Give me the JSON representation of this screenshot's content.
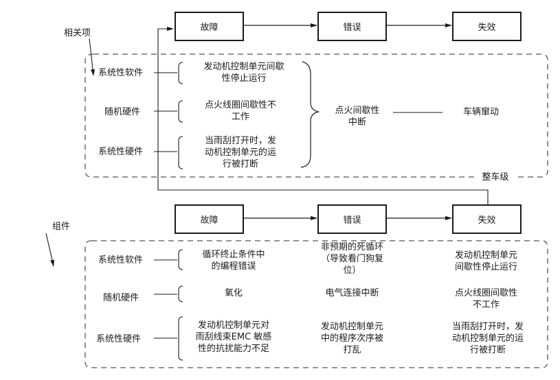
{
  "colors": {
    "line": "#1a1a1a",
    "dashed": "#555555",
    "background": "#ffffff"
  },
  "top": {
    "annotation": "相关项",
    "boxes": [
      "故障",
      "错误",
      "失效"
    ],
    "rows": [
      {
        "label": "系统性软件",
        "fault": [
          "发动机控制单元间歇",
          "性停止运行"
        ]
      },
      {
        "label": "随机硬件",
        "fault": [
          "点火线圈间歇性不",
          "工作"
        ]
      },
      {
        "label": "系统性硬件",
        "fault": [
          "当雨刮打开时，发",
          "动机控制单元的运",
          "行被打断"
        ]
      }
    ],
    "error": [
      "点火间歇性",
      "中断"
    ],
    "failure": "车辆窜动",
    "level_label": "整车级"
  },
  "bottom": {
    "annotation": "组件",
    "boxes": [
      "故障",
      "错误",
      "失效"
    ],
    "rows": [
      {
        "label": "系统性软件",
        "fault": [
          "循环终止条件中",
          "的编程错误"
        ],
        "error": [
          "非预期的死循环",
          "（导致看门狗复",
          "位）"
        ],
        "failure": [
          "发动机控制单元",
          "间歇性停止运行"
        ]
      },
      {
        "label": "随机硬件",
        "fault": [
          "氧化"
        ],
        "error": [
          "电气连接中断"
        ],
        "failure": [
          "点火线圈间歇性",
          "不工作"
        ]
      },
      {
        "label": "系统性硬件",
        "fault": [
          "发动机控制单元对",
          "雨刮线束EMC 敏感",
          "性的抗扰能力不足"
        ],
        "error": [
          "发动机控制单元",
          "中的程序次序被",
          "打乱"
        ],
        "failure": [
          "当雨刮打开时，发",
          "动机控制单元的运",
          "行被打断"
        ]
      }
    ]
  }
}
